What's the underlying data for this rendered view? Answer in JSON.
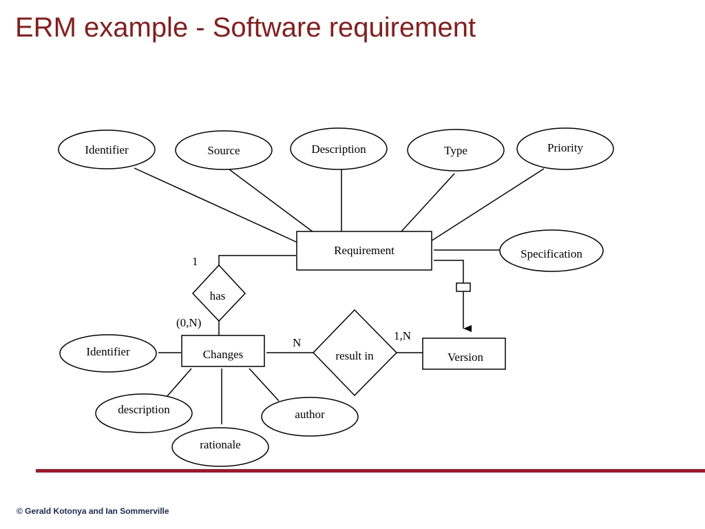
{
  "slide": {
    "title": "ERM example - Software requirement",
    "footer": "© Gerald Kotonya and Ian Sommerville",
    "accent_color": "#8b1a1a",
    "divider_color": "#a3162a"
  },
  "diagram": {
    "entities": {
      "requirement": "Requirement",
      "changes": "Changes",
      "version": "Version"
    },
    "relationships": {
      "has": "has",
      "result_in": "result in"
    },
    "attributes": {
      "identifier_req": "Identifier",
      "source": "Source",
      "description_req": "Description",
      "type": "Type",
      "priority": "Priority",
      "specification": "Specification",
      "identifier_changes": "Identifier",
      "description_changes": "description",
      "rationale": "rationale",
      "author": "author"
    },
    "cardinalities": {
      "has_requirement": "1",
      "has_changes": "(0,N)",
      "result_in_changes": "N",
      "result_in_version": "1,N"
    }
  }
}
